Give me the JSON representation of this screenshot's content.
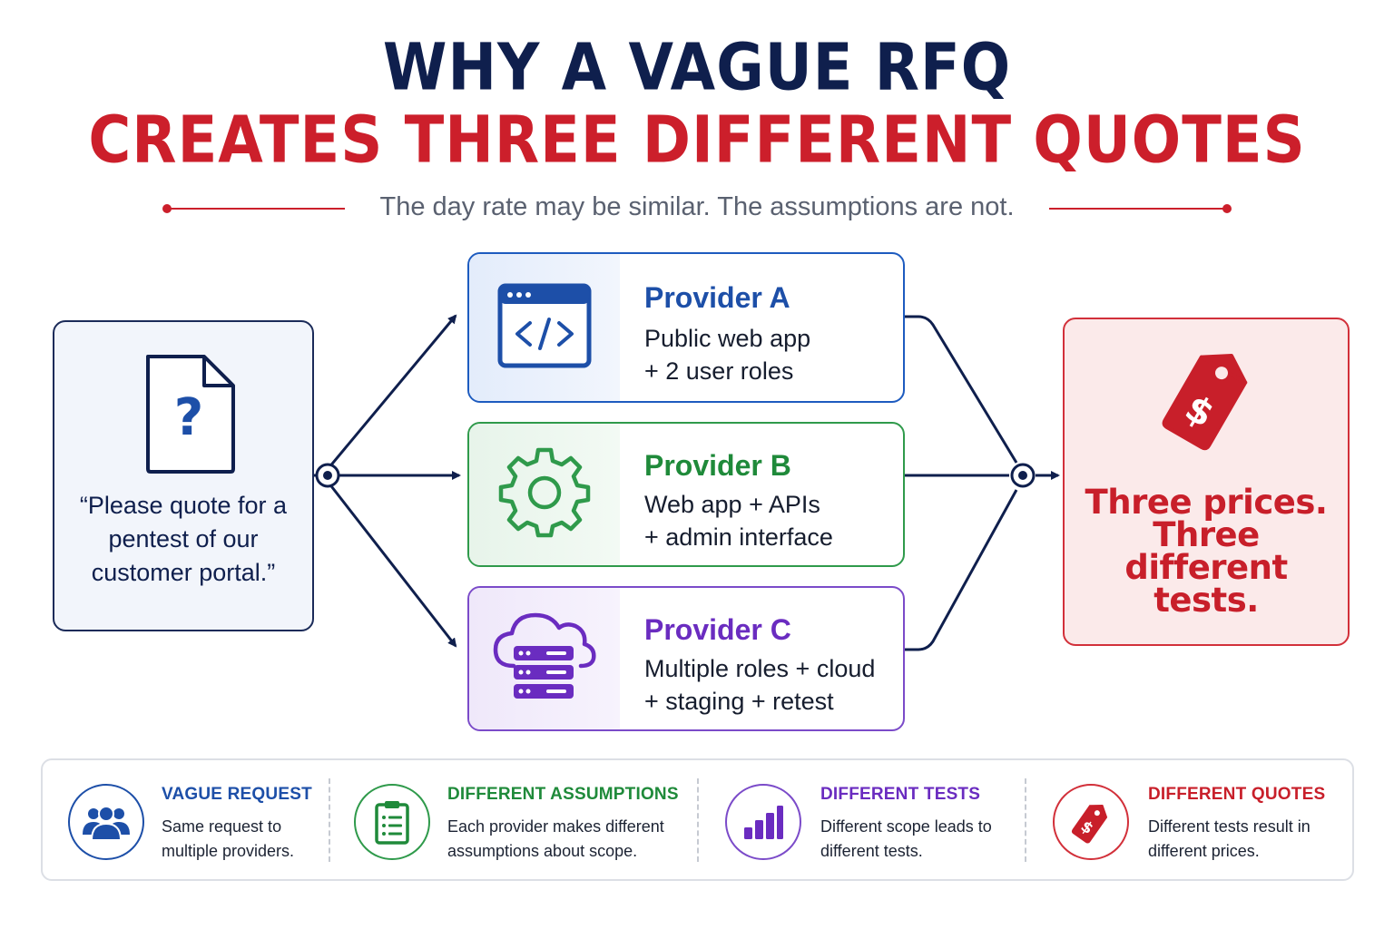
{
  "header": {
    "title_line1": "WHY A VAGUE RFQ",
    "title_line2": "CREATES THREE DIFFERENT QUOTES",
    "subtitle": "The day rate may be similar. The assumptions are not."
  },
  "request": {
    "icon": "question-document-icon",
    "text": "“Please quote for a pentest of our customer portal.”"
  },
  "providers": [
    {
      "name": "Provider A",
      "line1": "Public web app",
      "line2": "+ 2 user roles",
      "icon": "code-window-icon",
      "color": "#1d4fa8"
    },
    {
      "name": "Provider B",
      "line1": "Web app + APIs",
      "line2": "+ admin interface",
      "icon": "gear-icon",
      "color": "#1f8a3a"
    },
    {
      "name": "Provider C",
      "line1": "Multiple roles + cloud",
      "line2": "+ staging + retest",
      "icon": "cloud-server-icon",
      "color": "#6a2cc0"
    }
  ],
  "result": {
    "icon": "price-tag-dollar-icon",
    "line1": "Three prices.",
    "line2": "Three different",
    "line3": "tests."
  },
  "footer": [
    {
      "title": "VAGUE REQUEST",
      "desc1": "Same request to",
      "desc2": "multiple providers.",
      "icon": "people-group-icon",
      "color": "#1d4fa8"
    },
    {
      "title": "DIFFERENT ASSUMPTIONS",
      "desc1": "Each provider makes different",
      "desc2": "assumptions about scope.",
      "icon": "clipboard-checklist-icon",
      "color": "#1f8a3a"
    },
    {
      "title": "DIFFERENT TESTS",
      "desc1": "Different scope leads to",
      "desc2": "different tests.",
      "icon": "bar-chart-icon",
      "color": "#6a2cc0"
    },
    {
      "title": "DIFFERENT QUOTES",
      "desc1": "Different tests result in",
      "desc2": "different prices.",
      "icon": "price-tag-dollar-icon",
      "color": "#c81f2a"
    }
  ],
  "colors": {
    "navy": "#0f1f4d",
    "red": "#cc1f2b",
    "blue": "#1d4fa8",
    "green": "#1f8a3a",
    "purple": "#6a2cc0"
  }
}
